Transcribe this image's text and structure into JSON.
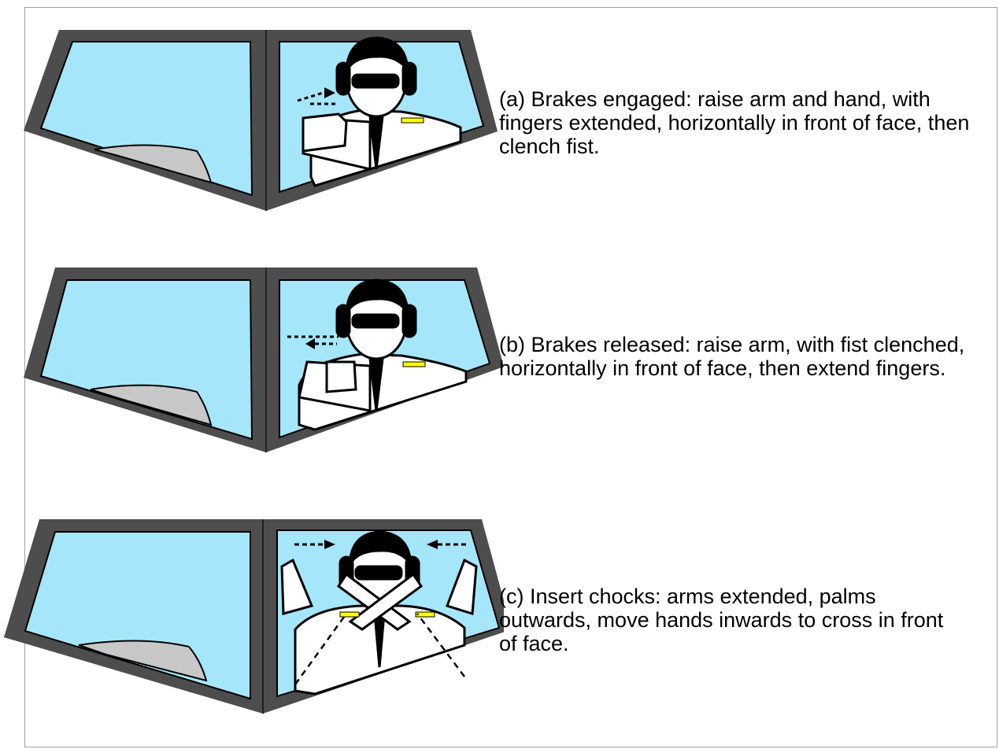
{
  "colors": {
    "glass": "#a6e6fb",
    "frame": "#4d4d4d",
    "seat": "#c8c8c8",
    "skin": "#ffffff",
    "stripe": "#ffff00"
  },
  "panels": [
    {
      "caption": "(a) Brakes engaged: raise arm and hand, with fingers extended, horizontally in front of face, then clench fist."
    },
    {
      "caption": "(b) Brakes released: raise arm, with fist clenched, horizontally in front of face, then extend fingers."
    },
    {
      "caption": "(c) Insert chocks: arms extended, palms outwards, move hands inwards to cross in front of face."
    }
  ]
}
